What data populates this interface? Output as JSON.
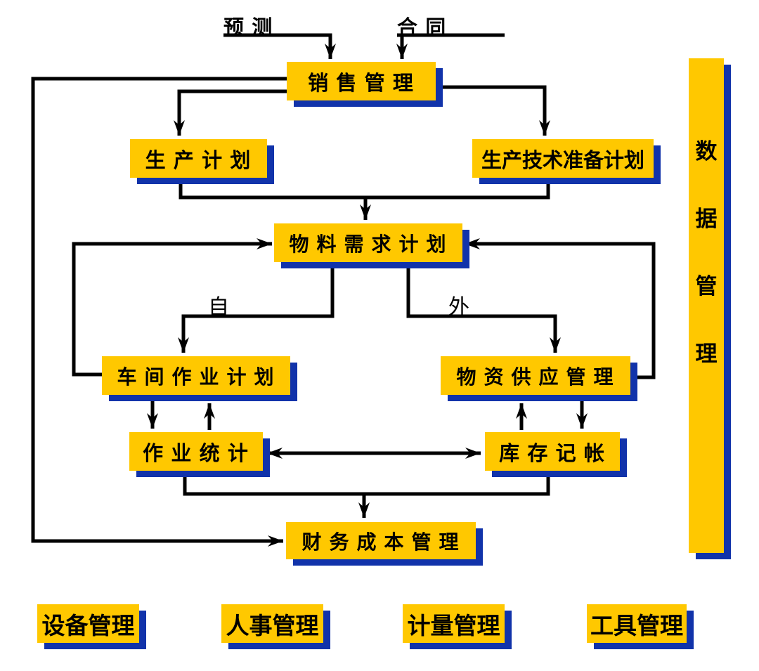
{
  "diagram": {
    "title": "MRP production management system flow diagram",
    "colors": {
      "box_fill": "#FFC800",
      "box_shadow": "#1133AA",
      "line": "#000000"
    },
    "nodes": {
      "sales": "销 售 管 理",
      "production_plan": "生 产 计 划",
      "tech_prep": "生产技术准备计划",
      "mrp": "物 料 需 求 计 划",
      "shop_floor": "车 间 作 业 计 划",
      "supply": "物 资 供 应 管 理",
      "job_stats": "作 业 统 计",
      "inventory": "库 存 记 帐",
      "finance": "财 务 成 本 管 理",
      "data_mgmt": "数据管理",
      "equipment": "设备管理",
      "personnel": "人事管理",
      "metrology": "计量管理",
      "tools": "工具管理"
    },
    "labels": {
      "forecast": "预 测",
      "contract": "合 同",
      "internal": "自",
      "external": "外"
    }
  }
}
